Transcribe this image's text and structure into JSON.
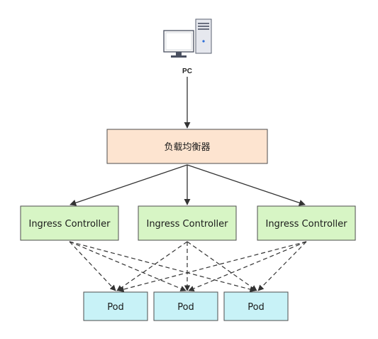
{
  "pc": {
    "label": "PC",
    "icon": "desktop-computer-icon"
  },
  "load_balancer": {
    "label": "负载均衡器"
  },
  "ingress_controllers": [
    {
      "label": "Ingress Controller"
    },
    {
      "label": "Ingress Controller"
    },
    {
      "label": "Ingress Controller"
    }
  ],
  "pods": [
    {
      "label": "Pod"
    },
    {
      "label": "Pod"
    },
    {
      "label": "Pod"
    }
  ],
  "colors": {
    "load_balancer_fill": "#fde4d0",
    "ingress_fill": "#d7f5c5",
    "pod_fill": "#c8f2f7",
    "line": "#333333"
  }
}
